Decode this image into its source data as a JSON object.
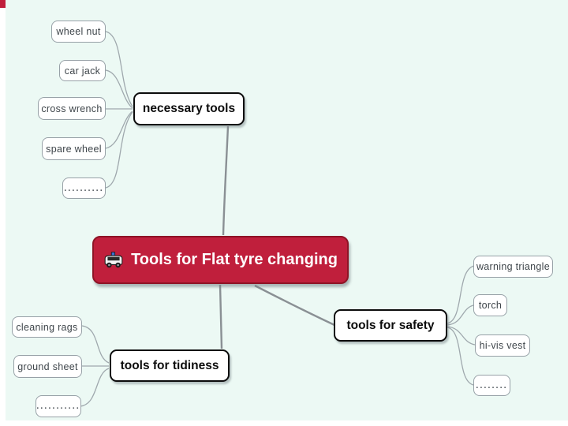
{
  "app": {
    "type": "mind-map",
    "background_color": "#ecf9f4",
    "accent_color": "#c01f3c"
  },
  "root": {
    "label": "Tools for Flat tyre changing",
    "icon": "car-icon",
    "fill": "#c01f3c",
    "text_color": "#ffffff"
  },
  "branches": [
    {
      "label": "necessary tools",
      "children": [
        "wheel nut",
        "car jack",
        "cross wrench",
        "spare wheel",
        ".........."
      ]
    },
    {
      "label": "tools for safety",
      "children": [
        "warning triangle",
        "torch",
        "hi-vis vest",
        "........"
      ]
    },
    {
      "label": "tools for tidiness",
      "children": [
        "cleaning rags",
        "ground sheet",
        "..........."
      ]
    }
  ]
}
